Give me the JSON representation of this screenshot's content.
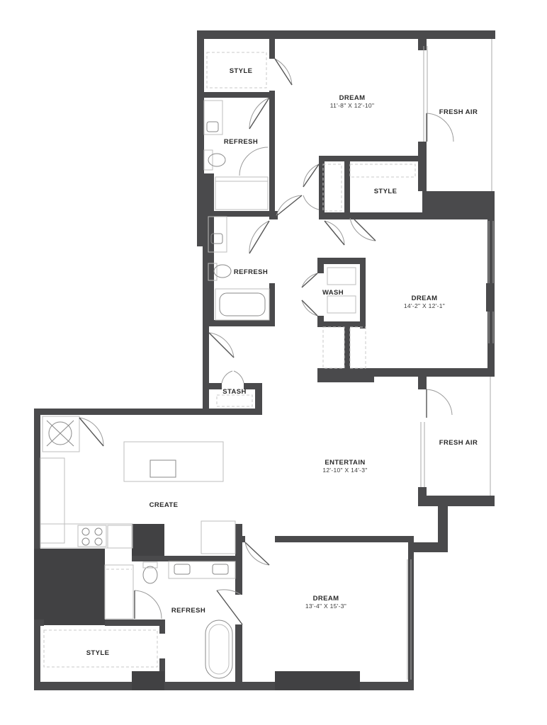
{
  "rooms": {
    "style_1": {
      "name": "STYLE"
    },
    "dream_1": {
      "name": "DREAM",
      "dim": "11'-8\" X 12'-10\""
    },
    "fresh_air_1": {
      "name": "FRESH AIR"
    },
    "refresh_1": {
      "name": "REFRESH"
    },
    "style_2": {
      "name": "STYLE"
    },
    "refresh_2": {
      "name": "REFRESH"
    },
    "wash": {
      "name": "WASH"
    },
    "dream_2": {
      "name": "DREAM",
      "dim": "14'-2\" X 12'-1\""
    },
    "stash": {
      "name": "STASH"
    },
    "fresh_air_2": {
      "name": "FRESH AIR"
    },
    "entertain": {
      "name": "ENTERTAIN",
      "dim": "12'-10\" X 14'-3\""
    },
    "create": {
      "name": "CREATE"
    },
    "dream_3": {
      "name": "DREAM",
      "dim": "13'-4\" X 15'-3\""
    },
    "refresh_3": {
      "name": "REFRESH"
    },
    "style_3": {
      "name": "STYLE"
    }
  },
  "colors": {
    "wall": "#4a4a4c",
    "fixture": "#bdbdbd",
    "background": "#ffffff"
  }
}
